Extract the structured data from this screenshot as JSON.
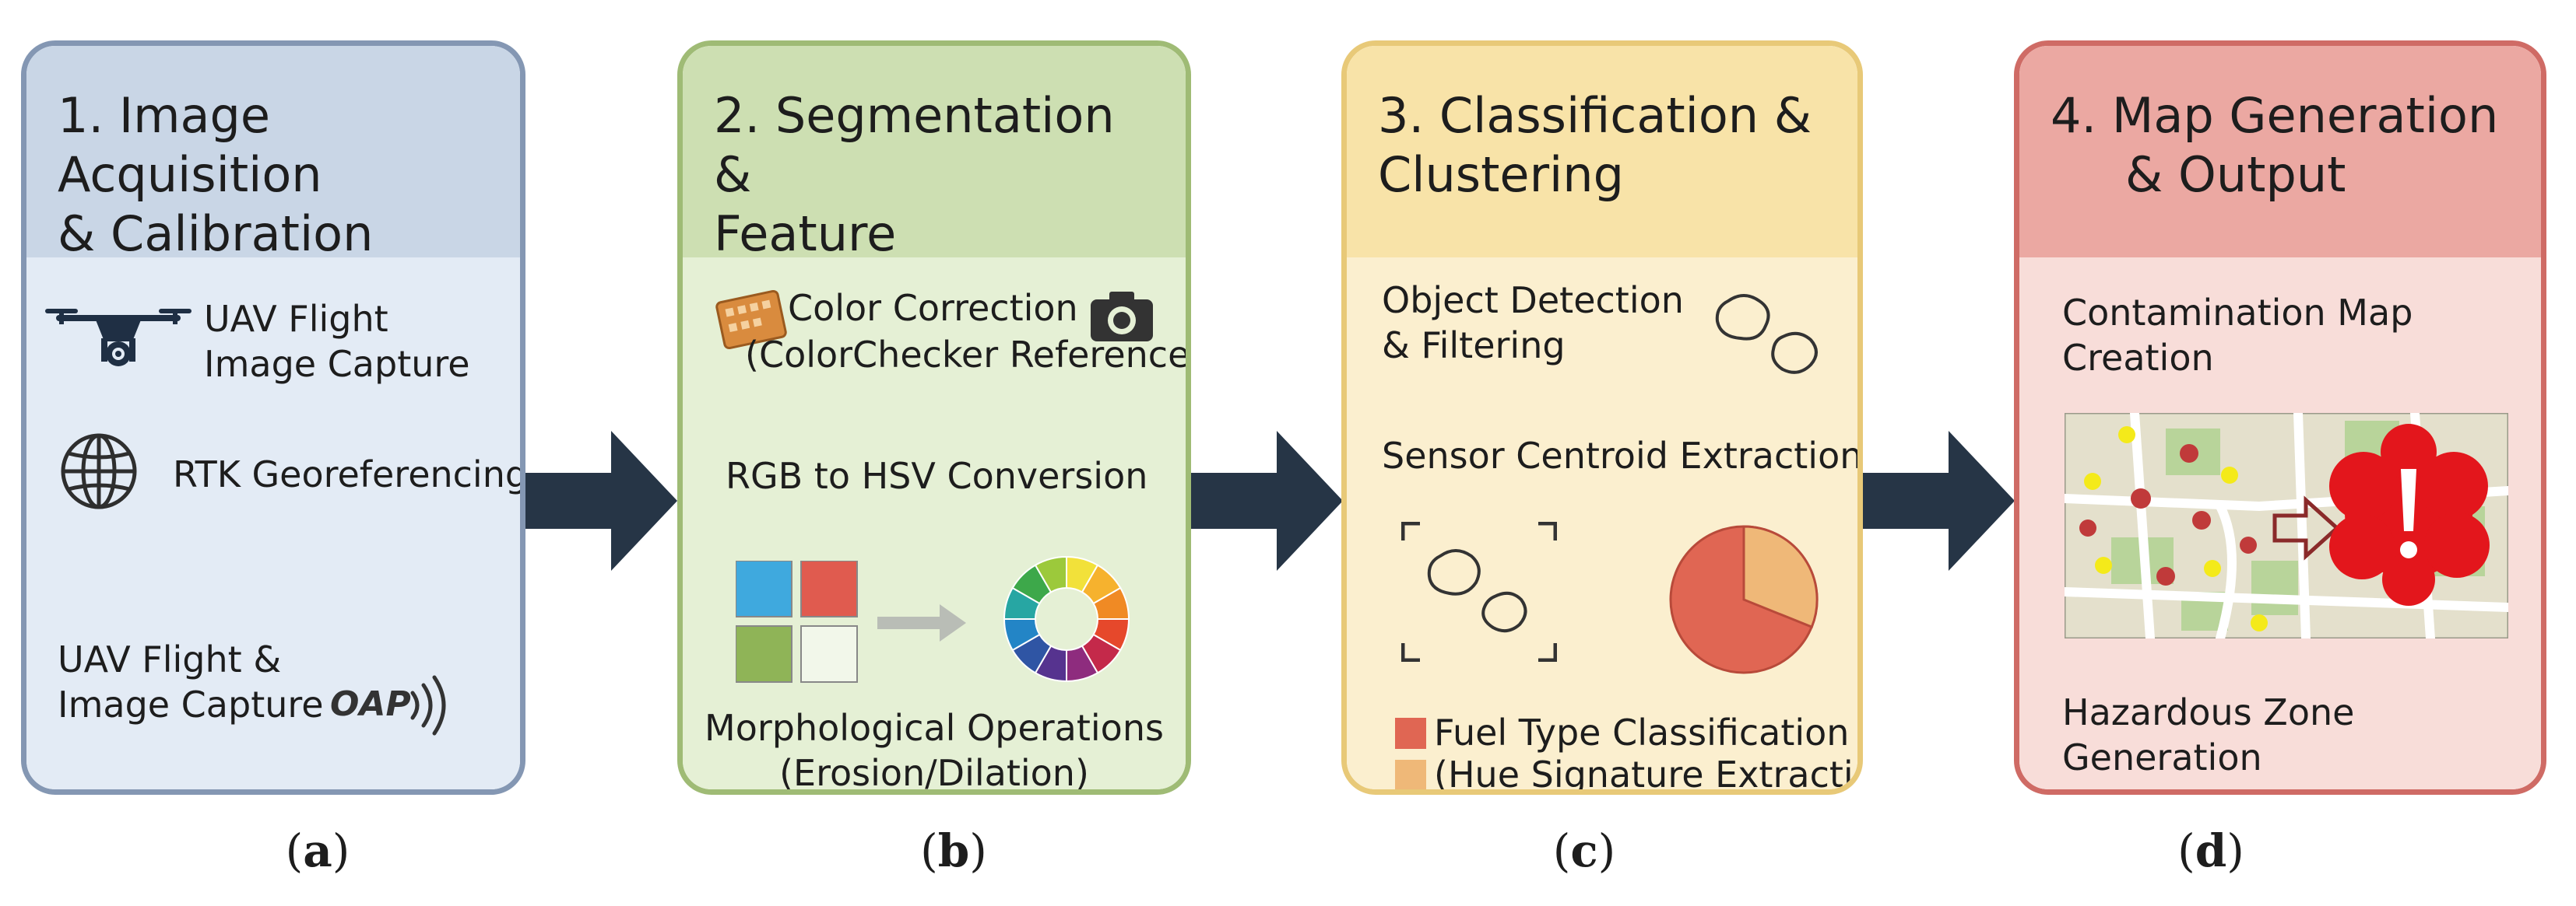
{
  "panels": [
    {
      "title_line1": "1. Image Acquisition",
      "title_line2": "& Calibration",
      "items": {
        "uav_flight_l1": "UAV Flight",
        "uav_flight_l2": "Image Capture",
        "rtk": "RTK Georeferencing",
        "uav_flight2_l1": "UAV Flight &",
        "uav_flight2_l2": "Image Capture",
        "logo_text": "OAP"
      }
    },
    {
      "title_line1": "2. Segmentation &",
      "title_line2": "Feature Extraction",
      "items": {
        "color_correction": "Color Correction",
        "colorchecker": "(ColorChecker Reference)",
        "rgb_hsv": "RGB to HSV Conversion",
        "morph_l1": "Morphological Operations",
        "morph_l2": "(Erosion/Dilation)"
      }
    },
    {
      "title_line1": "3. Classification &",
      "title_line2": "Clustering",
      "items": {
        "obj_l1": "Object Detection",
        "obj_l2": "& Filtering",
        "centroid": "Sensor Centroid Extraction",
        "fuel": "Fuel Type Classification",
        "hue": "(Hue Signature Extraction)"
      }
    },
    {
      "title_line1": "4. Map Generation",
      "title_line2": "& Output",
      "items": {
        "contam_l1": "Contamination Map",
        "contam_l2": "Creation",
        "hazard_l1": "Hazardous Zone",
        "hazard_l2": "Generation"
      }
    }
  ],
  "captions": [
    {
      "open": "(",
      "letter": "a",
      "close": ")"
    },
    {
      "open": "(",
      "letter": "b",
      "close": ")"
    },
    {
      "open": "(",
      "letter": "c",
      "close": ")"
    },
    {
      "open": "(",
      "letter": "d",
      "close": ")"
    }
  ],
  "colors": {
    "panel1_accent": "#8497b3",
    "panel2_accent": "#9fbb75",
    "panel3_accent": "#e8c978",
    "panel4_accent": "#cf6b65",
    "arrow": "#263546"
  },
  "icons": [
    "drone-icon",
    "globe-icon",
    "signal-icon",
    "color-checker-icon",
    "camera-icon",
    "color-wheel-icon",
    "blob-icon",
    "pie-chart-icon",
    "map-icon",
    "alert-icon"
  ]
}
